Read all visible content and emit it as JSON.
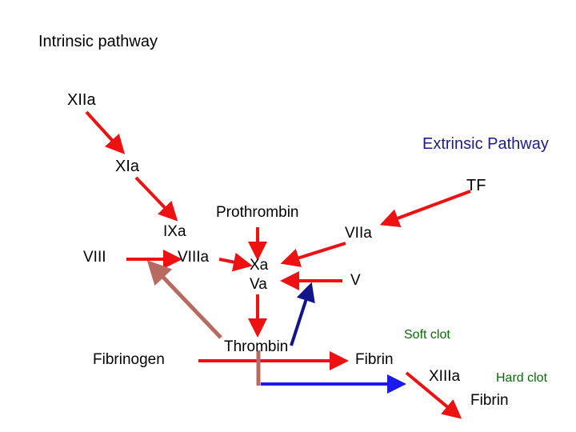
{
  "colors": {
    "text": "#000000",
    "arrow_red": "#ee1111",
    "arrow_brown": "#b86a60",
    "arrow_navy": "#14148a",
    "arrow_blue": "#1a1aee",
    "extrinsic_text": "#1c1c8c",
    "soft_clot_text": "#0a6a0a",
    "hard_clot_text": "#0a6a0a"
  },
  "labels": {
    "intrinsic": "Intrinsic pathway",
    "xiia": "XIIa",
    "extrinsic": "Extrinsic Pathway",
    "xia": "XIa",
    "tf": "TF",
    "prothrombin": "Prothrombin",
    "ixa": "IXa",
    "viia": "VIIa",
    "viii": "VIII",
    "viiia": "VIIIa",
    "xa": "Xa",
    "va": "Va",
    "v": "V",
    "soft_clot": "Soft clot",
    "fibrinogen": "Fibrinogen",
    "thrombin": "Thrombin",
    "fibrin": "Fibrin",
    "xiiia": "XIIIa",
    "hard_clot": "Hard clot",
    "fibrin_final": "Fibrin"
  }
}
